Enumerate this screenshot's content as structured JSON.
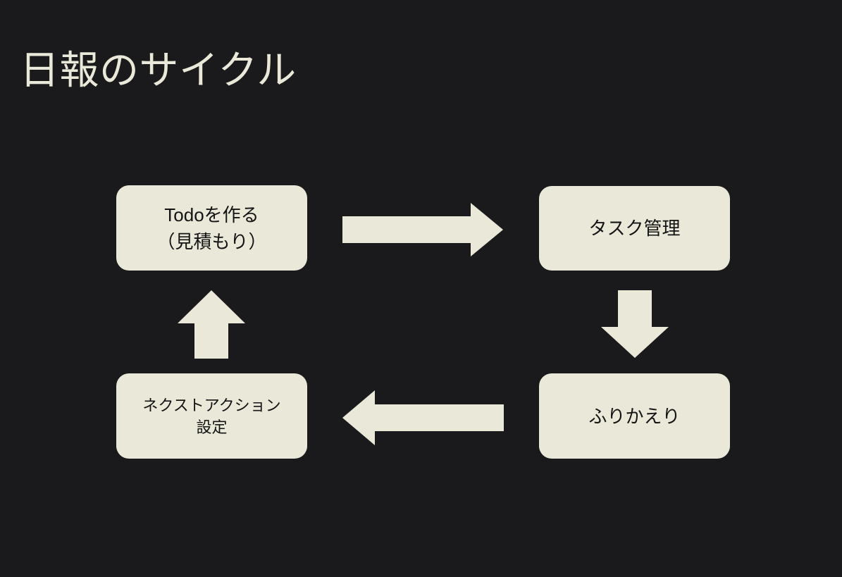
{
  "slide": {
    "title": "日報のサイクル",
    "background_color": "#1a1a1c",
    "node_fill_color": "#eae8d8",
    "node_text_color": "#141414",
    "title_color": "#eae8d9",
    "arrow_color": "#eae8d8"
  },
  "diagram": {
    "type": "cycle",
    "nodes": [
      {
        "id": "todo",
        "label": "Todoを作る\n（見積もり）",
        "position": "top-left"
      },
      {
        "id": "task",
        "label": "タスク管理",
        "position": "top-right"
      },
      {
        "id": "review",
        "label": "ふりかえり",
        "position": "bottom-right"
      },
      {
        "id": "next",
        "label": "ネクストアクション\n設定",
        "position": "bottom-left"
      }
    ],
    "arrows": [
      {
        "id": "todo-to-task",
        "direction": "right",
        "from": "todo",
        "to": "task"
      },
      {
        "id": "task-to-review",
        "direction": "down",
        "from": "task",
        "to": "review"
      },
      {
        "id": "review-to-next",
        "direction": "left",
        "from": "review",
        "to": "next"
      },
      {
        "id": "next-to-todo",
        "direction": "up",
        "from": "next",
        "to": "todo"
      }
    ]
  }
}
